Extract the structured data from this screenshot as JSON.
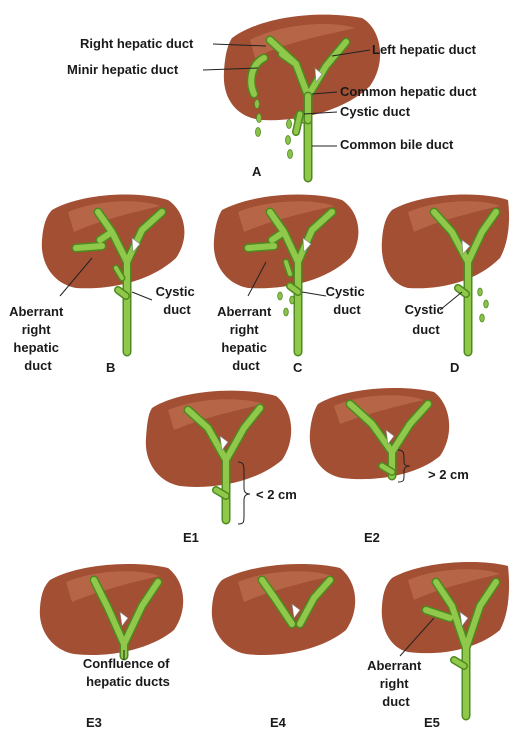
{
  "colors": {
    "liver": "#a24f33",
    "duct": "#8fc84a",
    "duct_outline": "#4e8a1f"
  },
  "panels": {
    "A": {
      "label": "A",
      "right_hepatic": "Right hepatic duct",
      "minir_hepatic": "Minir hepatic duct",
      "left_hepatic": "Left hepatic duct",
      "common_hepatic": "Common hepatic duct",
      "cystic": "Cystic duct",
      "common_bile": "Common bile duct"
    },
    "B": {
      "label": "B",
      "aberrant": [
        "Aberrant",
        "right",
        "hepatic",
        "duct"
      ],
      "cystic": [
        "Cystic",
        "duct"
      ]
    },
    "C": {
      "label": "C",
      "aberrant": [
        "Aberrant",
        "right",
        "hepatic",
        "duct"
      ],
      "cystic": [
        "Cystic",
        "duct"
      ]
    },
    "D": {
      "label": "D",
      "cystic": [
        "Cystic",
        "duct"
      ]
    },
    "E1": {
      "label": "E1",
      "measure": "< 2 cm"
    },
    "E2": {
      "label": "E2",
      "measure": "> 2 cm"
    },
    "E3": {
      "label": "E3",
      "confluence": [
        "Confluence of",
        "hepatic ducts"
      ]
    },
    "E4": {
      "label": "E4"
    },
    "E5": {
      "label": "E5",
      "aberrant": [
        "Aberrant",
        "right",
        "duct"
      ]
    }
  }
}
